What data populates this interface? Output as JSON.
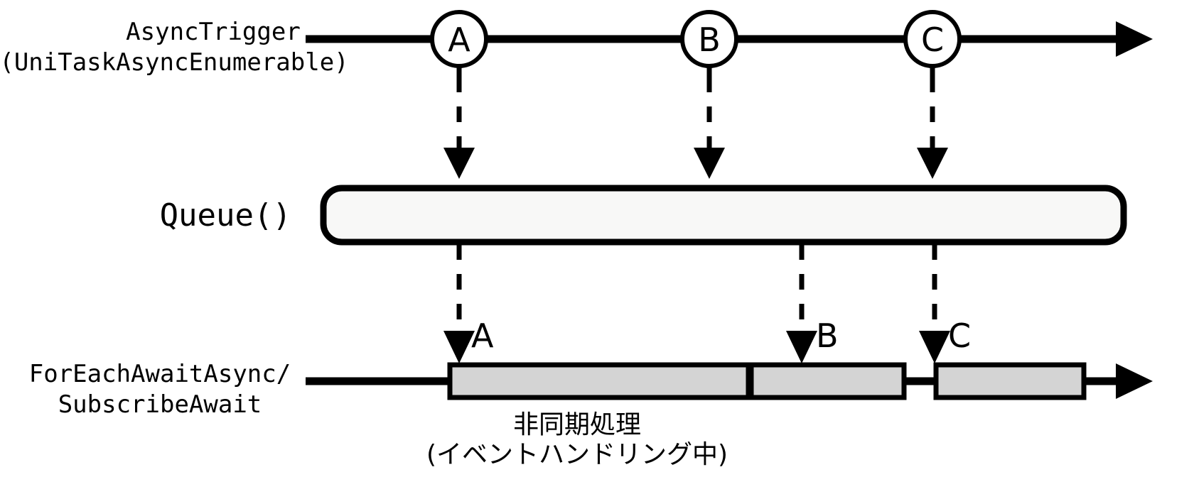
{
  "diagram": {
    "title": "AsyncTrigger queueing sequence diagram",
    "colors": {
      "accent_red": "#fb0007",
      "bar_fill": "#d4d4d4",
      "queue_fill": "#f8f8f7",
      "stroke": "#000000",
      "background": "#ffffff"
    },
    "lanes": [
      {
        "id": "trigger",
        "label_line1": "AsyncTrigger",
        "label_line2": "(UniTaskAsyncEnumerable)"
      },
      {
        "id": "queue",
        "label_line1": "Queue()",
        "label_line2": ""
      },
      {
        "id": "consumer",
        "label_line1": "ForEachAwaitAsync/",
        "label_line2": "SubscribeAwait"
      }
    ],
    "events": [
      {
        "id": "a",
        "letter": "A"
      },
      {
        "id": "b",
        "letter": "B"
      },
      {
        "id": "c",
        "letter": "C"
      }
    ],
    "bar_labels": [
      {
        "id": "bar-a",
        "letter": "A"
      },
      {
        "id": "bar-b",
        "letter": "B"
      },
      {
        "id": "bar-c",
        "letter": "C"
      }
    ],
    "caption": {
      "line1": "非同期処理",
      "line2": "(イベントハンドリング中)"
    }
  }
}
